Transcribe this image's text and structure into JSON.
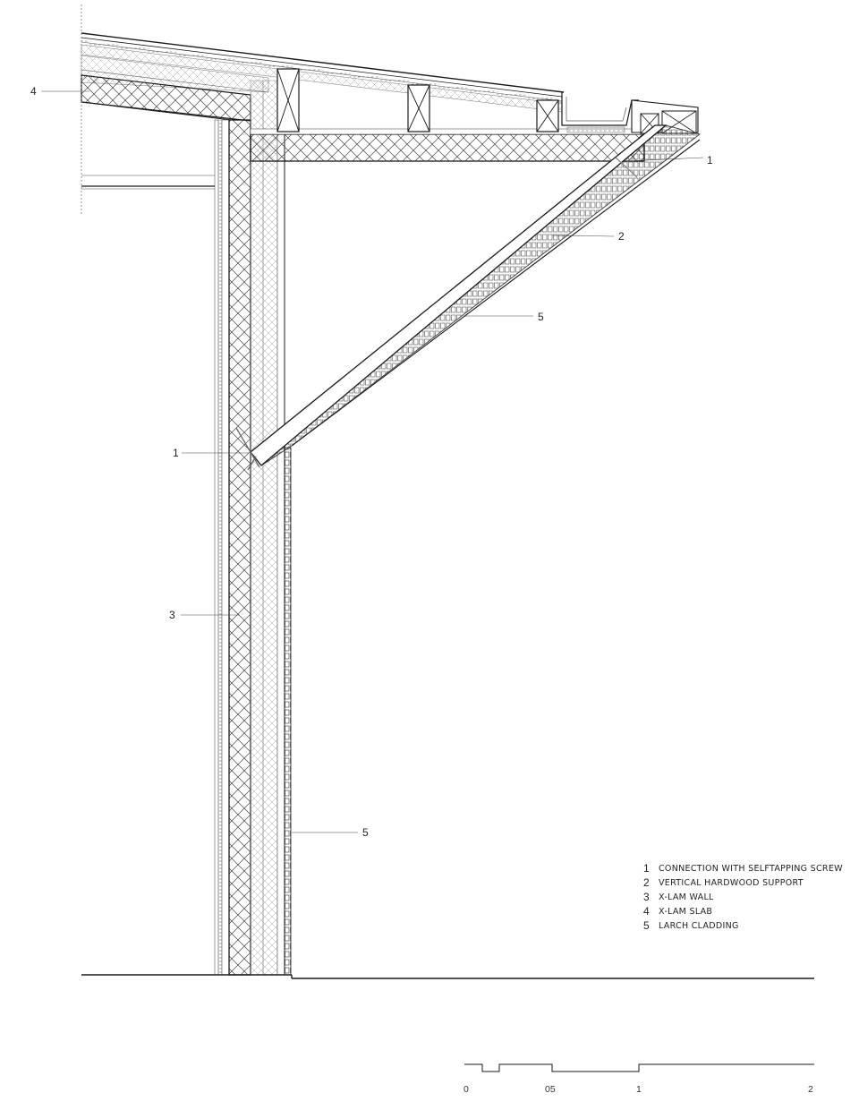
{
  "callouts": [
    {
      "label": "4"
    },
    {
      "label": "1"
    },
    {
      "label": "2"
    },
    {
      "label": "5"
    },
    {
      "label": "1"
    },
    {
      "label": "3"
    },
    {
      "label": "5"
    }
  ],
  "legend": {
    "items": [
      {
        "num": "1",
        "text": "CONNECTION WITH SELFTAPPING SCREW"
      },
      {
        "num": "2",
        "text": "VERTICAL HARDWOOD SUPPORT"
      },
      {
        "num": "3",
        "text": "X-LAM WALL"
      },
      {
        "num": "4",
        "text": "X-LAM SLAB"
      },
      {
        "num": "5",
        "text": "LARCH CLADDING"
      }
    ]
  },
  "scale_bar": {
    "labels": [
      "0",
      "05",
      "1",
      "2"
    ]
  },
  "colors": {
    "line": "#1a1a1a",
    "thin_line": "#555555",
    "hatch": "#444444",
    "background": "#ffffff"
  }
}
